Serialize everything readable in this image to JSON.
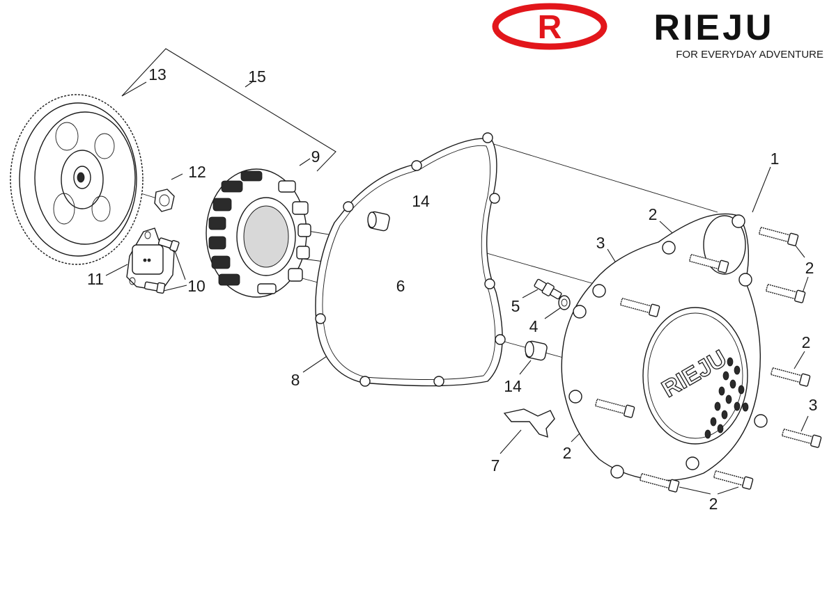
{
  "brand": {
    "logo_text": "RIEJU",
    "tagline": "FOR EVERYDAY ADVENTURE",
    "accent_color": "#e2161b"
  },
  "cover_emblem_text": "RIEJU",
  "callouts": [
    {
      "id": "c13",
      "label": "13"
    },
    {
      "id": "c15",
      "label": "15"
    },
    {
      "id": "c9",
      "label": "9"
    },
    {
      "id": "c12",
      "label": "12"
    },
    {
      "id": "c14a",
      "label": "14"
    },
    {
      "id": "c1",
      "label": "1"
    },
    {
      "id": "c2a",
      "label": "2"
    },
    {
      "id": "c3a",
      "label": "3"
    },
    {
      "id": "c2b",
      "label": "2"
    },
    {
      "id": "c11",
      "label": "11"
    },
    {
      "id": "c10",
      "label": "10"
    },
    {
      "id": "c6",
      "label": "6"
    },
    {
      "id": "c5",
      "label": "5"
    },
    {
      "id": "c4",
      "label": "4"
    },
    {
      "id": "c2c",
      "label": "2"
    },
    {
      "id": "c8",
      "label": "8"
    },
    {
      "id": "c14b",
      "label": "14"
    },
    {
      "id": "c3b",
      "label": "3"
    },
    {
      "id": "c2d",
      "label": "2"
    },
    {
      "id": "c7",
      "label": "7"
    },
    {
      "id": "c2e",
      "label": "2"
    }
  ]
}
